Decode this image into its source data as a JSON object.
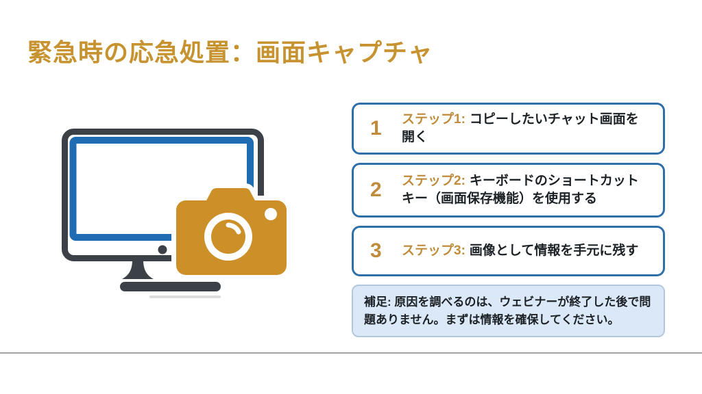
{
  "slide": {
    "title": "緊急時の応急処置：画面キャプチャ",
    "colors": {
      "accent_gold": "#c79330",
      "step_gold": "#c08c3c",
      "box_border_blue": "#2e6fa8",
      "body_text": "#1c2126",
      "note_background": "#dbe8f7",
      "note_border": "#b3c7dc",
      "monitor_dark": "#3b4147",
      "screen_blue": "#1f6cb2",
      "camera_gold": "#cd9029",
      "divider_gray": "#a3a3a3"
    },
    "illustration": {
      "description": "monitor-with-camera-icon"
    },
    "steps": [
      {
        "number": "1",
        "label": "ステップ1:",
        "text": "コピーしたいチャット画面を開く"
      },
      {
        "number": "2",
        "label": "ステップ2:",
        "text": "キーボードのショートカットキー（画面保存機能）を使用する"
      },
      {
        "number": "3",
        "label": "ステップ3:",
        "text": "画像として情報を手元に残す"
      }
    ],
    "note": {
      "text": "補足: 原因を調べるのは、ウェビナーが終了した後で問題ありません。まずは情報を確保してください。"
    }
  }
}
